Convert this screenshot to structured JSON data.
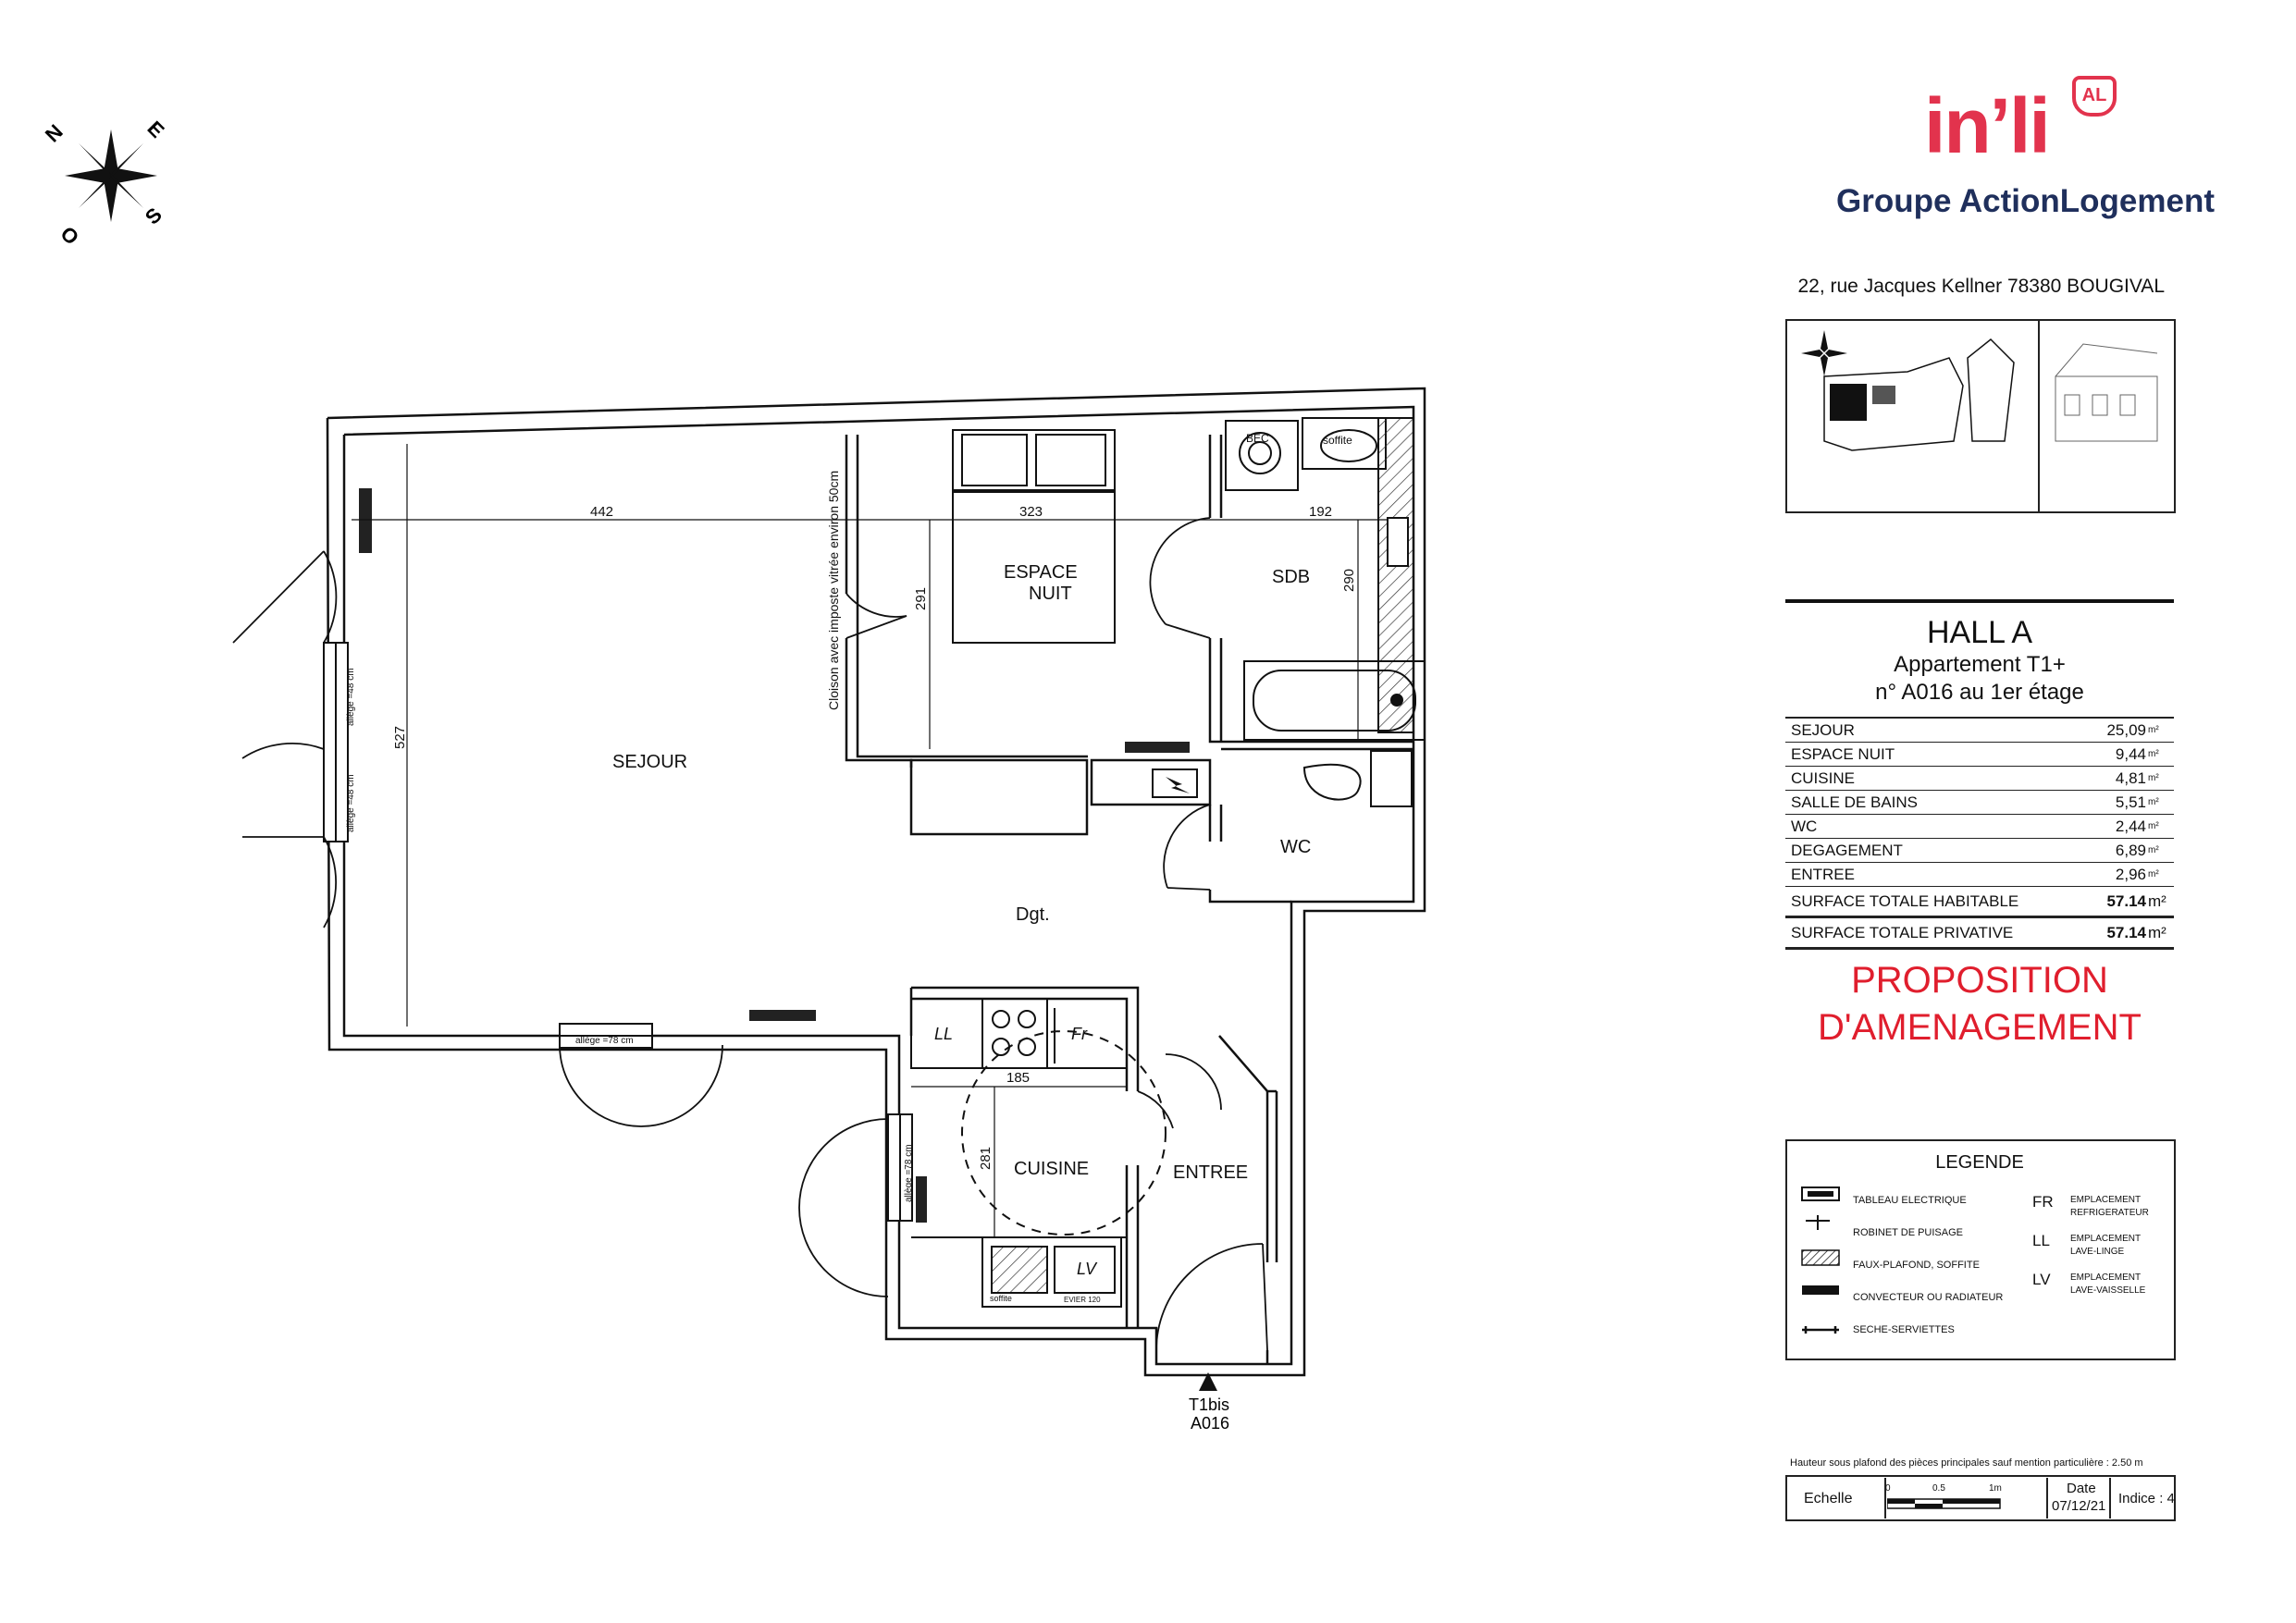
{
  "logo": {
    "brand": "in’li",
    "badge": "AL",
    "group": "Groupe ActionLogement"
  },
  "address": "22, rue Jacques Kellner  78380 BOUGIVAL",
  "compass": {
    "n": "N",
    "e": "E",
    "s": "S",
    "o": "O"
  },
  "header": {
    "hall": "HALL A",
    "apartment": "Appartement T1+",
    "number": "n° A016 au 1er étage"
  },
  "areas": [
    {
      "room": "SEJOUR",
      "value": "25,09",
      "unit": "m²"
    },
    {
      "room": "ESPACE NUIT",
      "value": "9,44",
      "unit": "m²"
    },
    {
      "room": "CUISINE",
      "value": "4,81",
      "unit": "m²"
    },
    {
      "room": "SALLE DE BAINS",
      "value": "5,51",
      "unit": "m²"
    },
    {
      "room": "WC",
      "value": "2,44",
      "unit": "m²"
    },
    {
      "room": "DEGAGEMENT",
      "value": "6,89",
      "unit": "m²"
    },
    {
      "room": "ENTREE",
      "value": "2,96",
      "unit": "m²"
    }
  ],
  "totals": [
    {
      "label": "SURFACE TOTALE HABITABLE",
      "value": "57.14",
      "unit": "m²"
    },
    {
      "label": "SURFACE TOTALE PRIVATIVE",
      "value": "57.14",
      "unit": "m²"
    }
  ],
  "proposal": {
    "line1": "PROPOSITION",
    "line2": "D'AMENAGEMENT"
  },
  "legend": {
    "title": "LEGENDE",
    "items": [
      {
        "icon": "electrical-panel-icon",
        "label": "TABLEAU ELECTRIQUE"
      },
      {
        "icon": "water-tap-icon",
        "label": "ROBINET DE PUISAGE"
      },
      {
        "icon": "false-ceiling-hatch-icon",
        "label": "FAUX-PLAFOND, SOFFITE"
      },
      {
        "icon": "radiator-icon",
        "label": "CONVECTEUR OU RADIATEUR"
      },
      {
        "icon": "towel-dryer-icon",
        "label": "SECHE-SERVIETTES"
      }
    ],
    "codes": [
      {
        "code": "FR",
        "line1": "EMPLACEMENT",
        "line2": "REFRIGERATEUR"
      },
      {
        "code": "LL",
        "line1": "EMPLACEMENT",
        "line2": "LAVE-LINGE"
      },
      {
        "code": "LV",
        "line1": "EMPLACEMENT",
        "line2": "LAVE-VAISSELLE"
      }
    ]
  },
  "ceiling_note": "Hauteur sous plafond des pièces principales sauf mention particulière : 2.50 m",
  "scale": {
    "label": "Echelle",
    "t0": "0",
    "t1": "0.5",
    "t2": "1m",
    "date_label": "Date",
    "date": "07/12/21",
    "index": "Indice : 4"
  },
  "plan": {
    "rooms": {
      "sejour": "SEJOUR",
      "espace_nuit_1": "ESPACE",
      "espace_nuit_2": "NUIT",
      "sdb": "SDB",
      "wc": "WC",
      "dgt": "Dgt.",
      "cuisine": "CUISINE",
      "entree": "ENTREE"
    },
    "dimensions": {
      "d442": "442",
      "d323": "323",
      "d192": "192",
      "d290": "290",
      "d291": "291",
      "d527": "527",
      "d185": "185",
      "d281": "281"
    },
    "annotations": {
      "cloison": "Cloison avec imposte vitrée environ 50cm",
      "bec": "BEC",
      "soffite": "soffite",
      "allege1": "allège =48 cm",
      "allege2": "allège =48 cm",
      "allege3": "allège =78 cm",
      "allege4": "allège =78 cm",
      "ll": "LL",
      "fr": "Fr",
      "lv": "LV",
      "soffite2": "soffite",
      "evier": "EVIER 120",
      "entry_code1": "T1bis",
      "entry_code2": "A016"
    }
  },
  "colors": {
    "brand_red": "#e2334d",
    "brand_navy": "#1f2f5c",
    "proposal_red": "#e01e2d"
  }
}
